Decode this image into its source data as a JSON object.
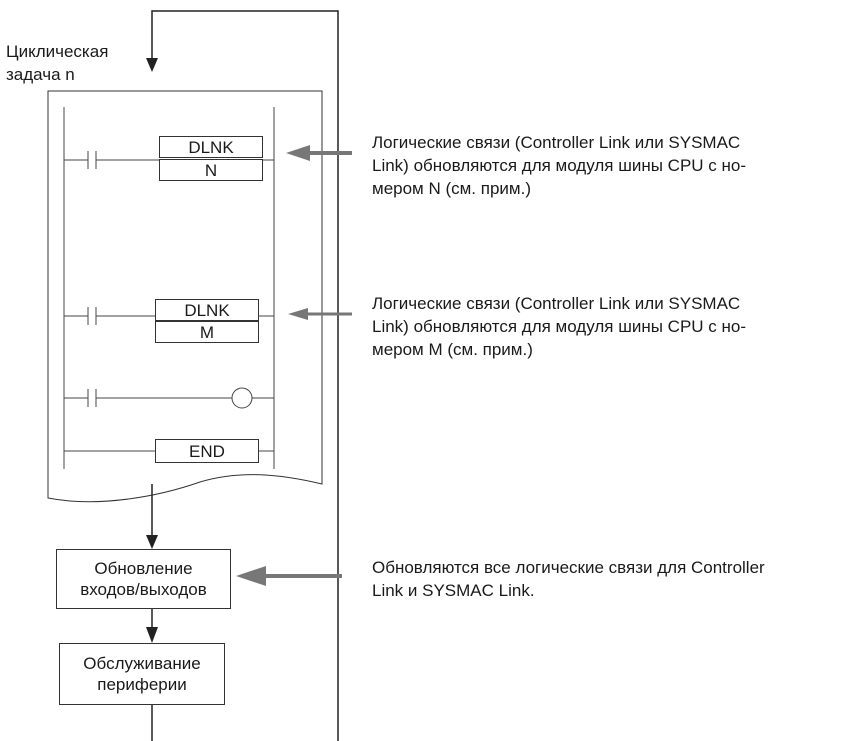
{
  "task_label": "Циклическая\nзадача n",
  "instructions": {
    "dlnk1_name": "DLNK",
    "dlnk1_operand": "N",
    "dlnk2_name": "DLNK",
    "dlnk2_operand": "M",
    "end_label": "END"
  },
  "notes": {
    "note1": "Логические связи (Controller Link или SYSMAC\nLink) обновляются для модуля шины CPU с но-\nмером N (см. прим.)",
    "note2": "Логические связи (Controller Link или SYSMAC\nLink) обновляются для модуля шины CPU с но-\nмером M (см. прим.)",
    "note3": "Обновляются все логические связи для Controller\nLink и SYSMAC Link."
  },
  "blocks": {
    "io_refresh": "Обновление\nвходов/выходов",
    "peripheral": "Обслуживание\nпериферии"
  }
}
